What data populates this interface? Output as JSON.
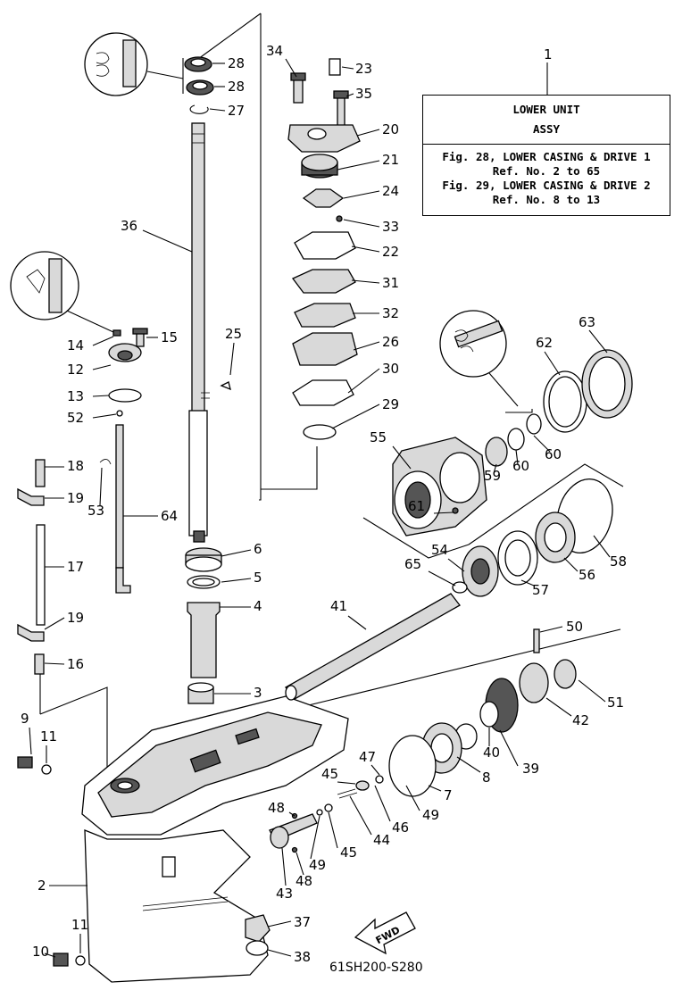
{
  "info_box": {
    "title_line1": "LOWER UNIT",
    "title_line2": "ASSY",
    "ref_lines": [
      "Fig. 28, LOWER CASING & DRIVE 1",
      "Ref. No. 2 to 65",
      "Fig. 29, LOWER CASING & DRIVE 2",
      "Ref. No. 8 to 13"
    ],
    "callout_number": "1"
  },
  "figure_code": "61SH200-S280",
  "direction_arrow": "FWD",
  "callouts": [
    {
      "id": "c28a",
      "label": "28"
    },
    {
      "id": "c28b",
      "label": "28"
    },
    {
      "id": "c27",
      "label": "27"
    },
    {
      "id": "c34",
      "label": "34"
    },
    {
      "id": "c23",
      "label": "23"
    },
    {
      "id": "c35",
      "label": "35"
    },
    {
      "id": "c20",
      "label": "20"
    },
    {
      "id": "c21",
      "label": "21"
    },
    {
      "id": "c24",
      "label": "24"
    },
    {
      "id": "c33",
      "label": "33"
    },
    {
      "id": "c22",
      "label": "22"
    },
    {
      "id": "c31",
      "label": "31"
    },
    {
      "id": "c32",
      "label": "32"
    },
    {
      "id": "c26",
      "label": "26"
    },
    {
      "id": "c30",
      "label": "30"
    },
    {
      "id": "c29",
      "label": "29"
    },
    {
      "id": "c36",
      "label": "36"
    },
    {
      "id": "c25",
      "label": "25"
    },
    {
      "id": "c14",
      "label": "14"
    },
    {
      "id": "c15",
      "label": "15"
    },
    {
      "id": "c12",
      "label": "12"
    },
    {
      "id": "c13",
      "label": "13"
    },
    {
      "id": "c52",
      "label": "52"
    },
    {
      "id": "c18",
      "label": "18"
    },
    {
      "id": "c19a",
      "label": "19"
    },
    {
      "id": "c53",
      "label": "53"
    },
    {
      "id": "c64",
      "label": "64"
    },
    {
      "id": "c17",
      "label": "17"
    },
    {
      "id": "c19b",
      "label": "19"
    },
    {
      "id": "c16",
      "label": "16"
    },
    {
      "id": "c9",
      "label": "9"
    },
    {
      "id": "c11a",
      "label": "11"
    },
    {
      "id": "c6",
      "label": "6"
    },
    {
      "id": "c5",
      "label": "5"
    },
    {
      "id": "c4",
      "label": "4"
    },
    {
      "id": "c3",
      "label": "3"
    },
    {
      "id": "c62",
      "label": "62"
    },
    {
      "id": "c63",
      "label": "63"
    },
    {
      "id": "c55",
      "label": "55"
    },
    {
      "id": "c59",
      "label": "59"
    },
    {
      "id": "c60a",
      "label": "60"
    },
    {
      "id": "c60b",
      "label": "60"
    },
    {
      "id": "c61",
      "label": "61"
    },
    {
      "id": "c54",
      "label": "54"
    },
    {
      "id": "c65",
      "label": "65"
    },
    {
      "id": "c56",
      "label": "56"
    },
    {
      "id": "c57",
      "label": "57"
    },
    {
      "id": "c58",
      "label": "58"
    },
    {
      "id": "c41",
      "label": "41"
    },
    {
      "id": "c50",
      "label": "50"
    },
    {
      "id": "c51",
      "label": "51"
    },
    {
      "id": "c42",
      "label": "42"
    },
    {
      "id": "c40",
      "label": "40"
    },
    {
      "id": "c39",
      "label": "39"
    },
    {
      "id": "c8",
      "label": "8"
    },
    {
      "id": "c7",
      "label": "7"
    },
    {
      "id": "c47",
      "label": "47"
    },
    {
      "id": "c45a",
      "label": "45"
    },
    {
      "id": "c46",
      "label": "46"
    },
    {
      "id": "c44",
      "label": "44"
    },
    {
      "id": "c49a",
      "label": "49"
    },
    {
      "id": "c45b",
      "label": "45"
    },
    {
      "id": "c49b",
      "label": "49"
    },
    {
      "id": "c48a",
      "label": "48"
    },
    {
      "id": "c43",
      "label": "43"
    },
    {
      "id": "c48b",
      "label": "48"
    },
    {
      "id": "c2",
      "label": "2"
    },
    {
      "id": "c37",
      "label": "37"
    },
    {
      "id": "c38",
      "label": "38"
    },
    {
      "id": "c10",
      "label": "10"
    },
    {
      "id": "c11b",
      "label": "11"
    }
  ]
}
